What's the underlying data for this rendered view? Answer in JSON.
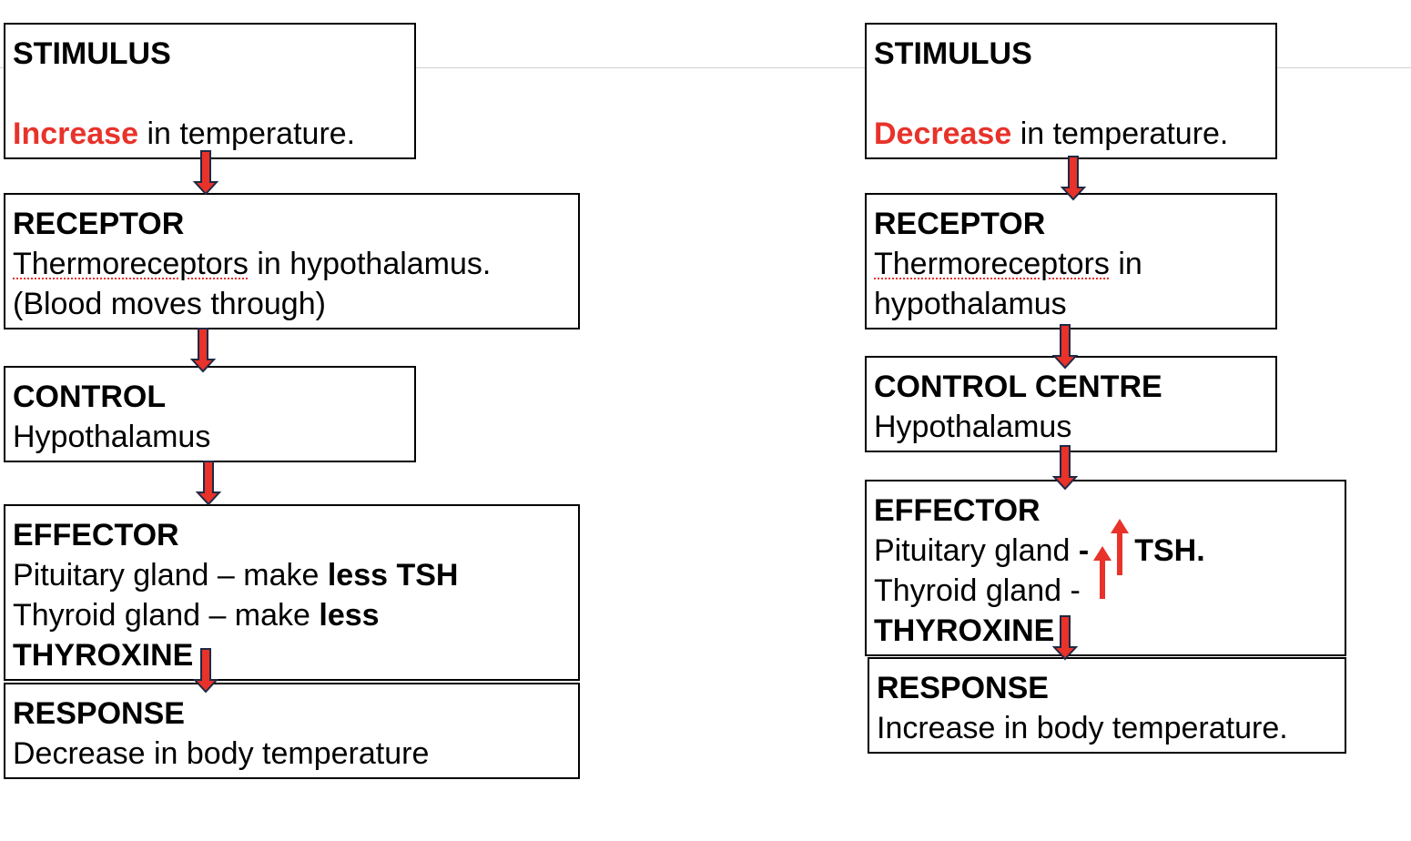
{
  "left": {
    "stimulus": {
      "title": "STIMULUS",
      "emphasis": "Increase",
      "text": " in temperature."
    },
    "receptor": {
      "title": "RECEPTOR",
      "term": "Thermoreceptors",
      "line1_rest": " in hypothalamus.",
      "line2": "(Blood moves through)"
    },
    "control": {
      "title": "CONTROL",
      "text": "Hypothalamus"
    },
    "effector": {
      "title": "EFFECTOR",
      "line1_pre": "Pituitary gland – make ",
      "line1_bold": "less TSH",
      "line2_pre": "Thyroid gland – make ",
      "line2_bold": "less",
      "line3_bold": "THYROXINE"
    },
    "response": {
      "title": "RESPONSE",
      "text": "Decrease in body  temperature"
    }
  },
  "right": {
    "stimulus": {
      "title": "STIMULUS",
      "emphasis": "Decrease",
      "text": " in temperature."
    },
    "receptor": {
      "title": "RECEPTOR",
      "term": "Thermoreceptors",
      "line1_rest": " in",
      "line2": "hypothalamus"
    },
    "control": {
      "title": "CONTROL CENTRE",
      "text": "Hypothalamus"
    },
    "effector": {
      "title": "EFFECTOR",
      "line1_pre": "Pituitary gland ",
      "line1_dash": "-",
      "line1_bold": "TSH.",
      "line2_pre": "Thyroid gland -",
      "line3_bold": "THYROXINE"
    },
    "response": {
      "title": "RESPONSE",
      "text": "Increase in body temperature."
    }
  },
  "colors": {
    "emphasis": "#e8322a",
    "arrow_fill": "#e8322a",
    "arrow_outline": "#1f2a44",
    "divider": "#cfcfcf"
  }
}
